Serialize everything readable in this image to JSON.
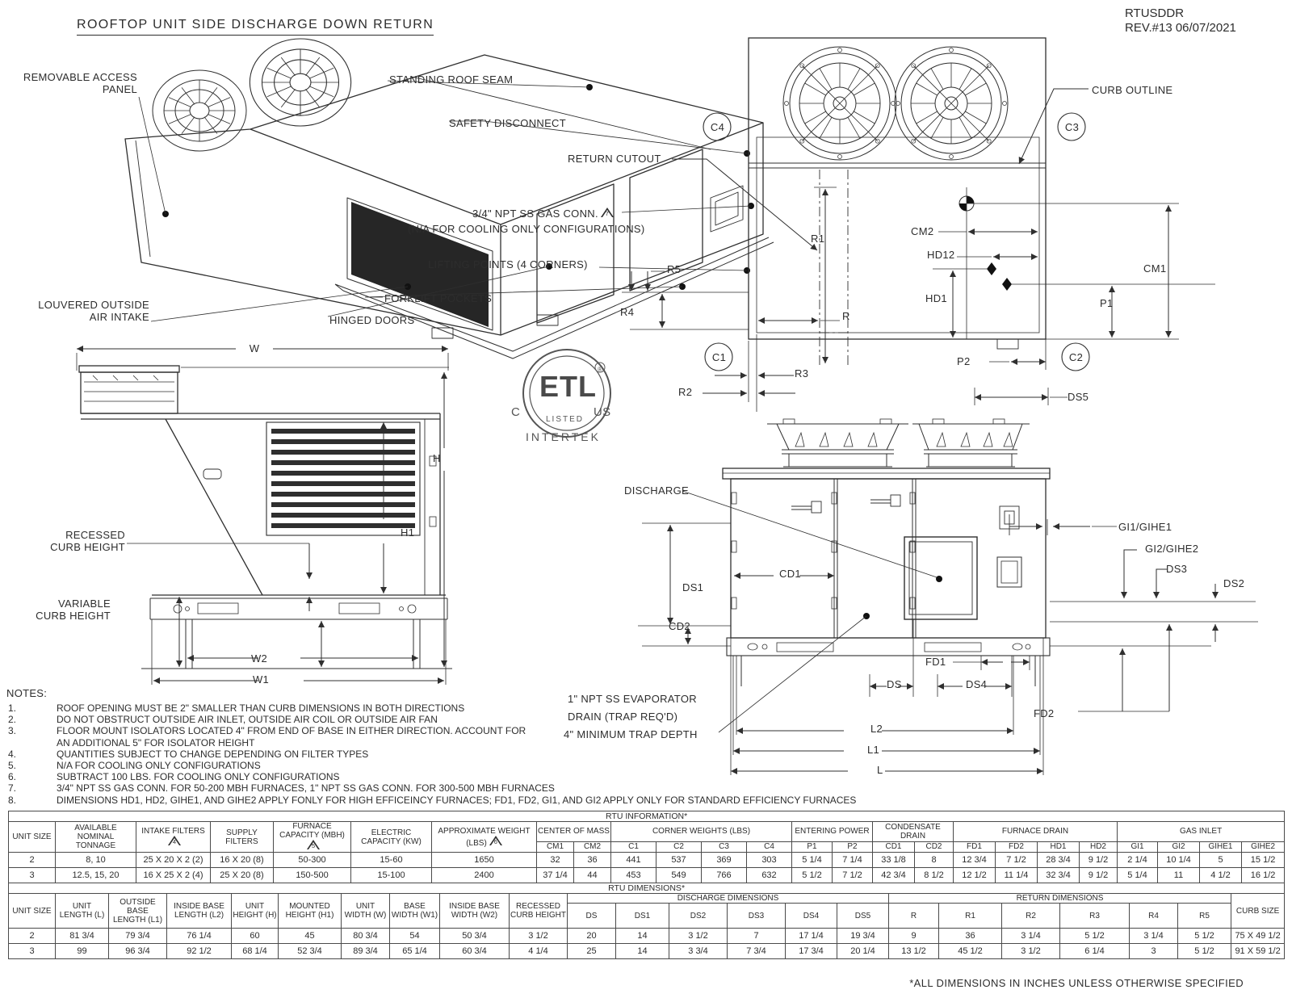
{
  "header": {
    "title": "ROOFTOP UNIT SIDE DISCHARGE DOWN RETURN",
    "doc_code": "RTUSDDR",
    "revision": "REV.#13 06/07/2021"
  },
  "iso": {
    "removable_access_panel": "REMOVABLE ACCESS PANEL",
    "standing_roof_seam": "STANDING ROOF SEAM",
    "safety_disconnect": "SAFETY DISCONNECT",
    "gas_conn": "3/4\" NPT SS GAS CONN.",
    "gas_conn_tri": "7",
    "gas_conn_note": "(N/A FOR COOLING ONLY CONFIGURATIONS)",
    "lifting_points": "LIFTING POINTS (4 CORNERS)",
    "forklift_pockets": "FORKLIFT POCKETS",
    "hinged_doors": "HINGED DOORS",
    "louvered_intake": "LOUVERED OUTSIDE AIR INTAKE"
  },
  "plan": {
    "return_cutout": "RETURN CUTOUT",
    "curb_outline": "CURB OUTLINE",
    "c1": "C1",
    "c2": "C2",
    "c3": "C3",
    "c4": "C4",
    "cm1": "CM1",
    "cm2": "CM2",
    "hd1": "HD1",
    "hd12": "HD12",
    "p1": "P1",
    "p2": "P2",
    "r": "R",
    "r1": "R1",
    "r2": "R2",
    "r3": "R3",
    "r4": "R4",
    "r5": "R5",
    "ds5": "DS5"
  },
  "elev": {
    "w": "W",
    "h": "H",
    "h1": "H1",
    "w1": "W1",
    "w2": "W2",
    "recessed_curb": "RECESSED CURB HEIGHT",
    "variable_curb": "VARIABLE CURB HEIGHT"
  },
  "side": {
    "discharge": "DISCHARGE",
    "gi1": "GI1/GIHE1",
    "gi2": "GI2/GIHE2",
    "ds": "DS",
    "ds1": "DS1",
    "ds2": "DS2",
    "ds3": "DS3",
    "ds4": "DS4",
    "cd1": "CD1",
    "cd2": "CD2",
    "fd1": "FD1",
    "fd2": "FD2",
    "l": "L",
    "l1": "L1",
    "l2": "L2",
    "evap_line1": "1\" NPT SS EVAPORATOR",
    "evap_line2": "DRAIN (TRAP REQ'D)",
    "evap_line3": "4\" MINIMUM TRAP DEPTH"
  },
  "etl": {
    "mark": "ETL",
    "reg": "®",
    "listed": "LISTED",
    "c": "C",
    "us": "US",
    "intertek": "INTERTEK"
  },
  "notes": {
    "heading": "NOTES:",
    "items": [
      {
        "n": "1.",
        "t": "ROOF OPENING MUST BE 2\" SMALLER THAN CURB DIMENSIONS IN BOTH DIRECTIONS"
      },
      {
        "n": "2.",
        "t": "DO NOT OBSTRUCT OUTSIDE AIR INLET, OUTSIDE AIR COIL OR OUTSIDE AIR FAN"
      },
      {
        "n": "3.",
        "t": "FLOOR MOUNT ISOLATORS LOCATED 4\" FROM END OF BASE IN EITHER DIRECTION. ACCOUNT FOR AN ADDITIONAL 5\" FOR ISOLATOR HEIGHT"
      },
      {
        "n": "4.",
        "t": "QUANTITIES SUBJECT TO CHANGE DEPENDING ON FILTER TYPES"
      },
      {
        "n": "5.",
        "t": "N/A FOR COOLING ONLY CONFIGURATIONS"
      },
      {
        "n": "6.",
        "t": "SUBTRACT 100 LBS. FOR COOLING ONLY CONFIGURATIONS"
      },
      {
        "n": "7.",
        "t": "3/4\" NPT SS GAS CONN. FOR 50-200 MBH FURNACES, 1\" NPT SS GAS CONN. FOR 300-500 MBH FURNACES"
      },
      {
        "n": "8.",
        "t": "DIMENSIONS HD1, HD2, GIHE1, AND GIHE2 APPLY FONLY FOR HIGH EFFICEINCY FURNACES; FD1, FD2, GI1, AND GI2 APPLY ONLY FOR STANDARD EFFICIENCY FURNACES"
      }
    ]
  },
  "info_table": {
    "title": "RTU INFORMATION*",
    "h": {
      "unit_size": "UNIT SIZE",
      "tonnage": "AVAILABLE NOMINAL TONNAGE",
      "intake": "INTAKE FILTERS",
      "supply": "SUPPLY FILTERS",
      "furnace": "FURNACE CAPACITY (MBH)",
      "electric": "ELECTRIC CAPACITY (KW)",
      "weight": "APPROXIMATE WEIGHT (LBS)",
      "com": "CENTER OF MASS",
      "corner": "CORNER WEIGHTS (LBS)",
      "entering": "ENTERING POWER",
      "condensate": "CONDENSATE DRAIN",
      "furnace_drain": "FURNACE DRAIN",
      "gas_inlet": "GAS INLET",
      "cm1": "CM1",
      "cm2": "CM2",
      "c1": "C1",
      "c2": "C2",
      "c3": "C3",
      "c4": "C4",
      "p1": "P1",
      "p2": "P2",
      "cd1": "CD1",
      "cd2": "CD2",
      "fd1": "FD1",
      "fd2": "FD2",
      "hd1": "HD1",
      "hd2": "HD2",
      "gi1": "GI1",
      "gi2": "GI2",
      "gihe1": "GIHE1",
      "gihe2": "GIHE2"
    },
    "tri": {
      "intake": "4",
      "furnace": "5",
      "weight": "6"
    },
    "rows": [
      [
        "2",
        "8, 10",
        "25 X 20 X 2 (2)",
        "16 X 20 (8)",
        "50-300",
        "15-60",
        "1650",
        "32",
        "36",
        "441",
        "537",
        "369",
        "303",
        "5 1/4",
        "7 1/4",
        "33 1/8",
        "8",
        "12 3/4",
        "7 1/2",
        "28 3/4",
        "9 1/2",
        "2 1/4",
        "10 1/4",
        "5",
        "15 1/2"
      ],
      [
        "3",
        "12.5, 15, 20",
        "16 X 25 X 2 (4)",
        "25 X 20 (8)",
        "150-500",
        "15-100",
        "2400",
        "37 1/4",
        "44",
        "453",
        "549",
        "766",
        "632",
        "5 1/2",
        "7 1/2",
        "42 3/4",
        "8 1/2",
        "12 1/2",
        "11 1/4",
        "32 3/4",
        "9 1/2",
        "5 1/4",
        "11",
        "4 1/2",
        "16 1/2"
      ]
    ]
  },
  "dims_table": {
    "title": "RTU DIMENSIONS*",
    "h": {
      "unit_size": "UNIT SIZE",
      "l": "UNIT LENGTH (L)",
      "l1": "OUTSIDE BASE LENGTH (L1)",
      "l2": "INSIDE BASE LENGTH (L2)",
      "hh": "UNIT HEIGHT (H)",
      "h1": "MOUNTED HEIGHT (H1)",
      "w": "UNIT WIDTH (W)",
      "w1": "BASE WIDTH (W1)",
      "w2": "INSIDE BASE WIDTH (W2)",
      "recessed": "RECESSED CURB HEIGHT",
      "discharge": "DISCHARGE DIMENSIONS",
      "return": "RETURN DIMENSIONS",
      "ds": "DS",
      "ds1": "DS1",
      "ds2": "DS2",
      "ds3": "DS3",
      "ds4": "DS4",
      "ds5": "DS5",
      "r": "R",
      "r1": "R1",
      "r2": "R2",
      "r3": "R3",
      "r4": "R4",
      "r5": "R5",
      "curb": "CURB SIZE"
    },
    "rows": [
      [
        "2",
        "81 3/4",
        "79 3/4",
        "76 1/4",
        "60",
        "45",
        "80 3/4",
        "54",
        "50 3/4",
        "3 1/2",
        "20",
        "14",
        "3 1/2",
        "7",
        "17 1/4",
        "19 3/4",
        "9",
        "36",
        "3 1/4",
        "5 1/2",
        "3 1/4",
        "5 1/2",
        "75 X 49 1/2"
      ],
      [
        "3",
        "99",
        "96 3/4",
        "92 1/2",
        "68 1/4",
        "52 3/4",
        "89 3/4",
        "65 1/4",
        "60 3/4",
        "4 1/4",
        "25",
        "14",
        "3 3/4",
        "7 3/4",
        "17 3/4",
        "20 1/4",
        "13 1/2",
        "45 1/2",
        "3 1/2",
        "6 1/4",
        "3",
        "5 1/2",
        "91 X 59 1/2"
      ]
    ]
  },
  "footer": "*ALL DIMENSIONS IN INCHES UNLESS OTHERWISE SPECIFIED"
}
